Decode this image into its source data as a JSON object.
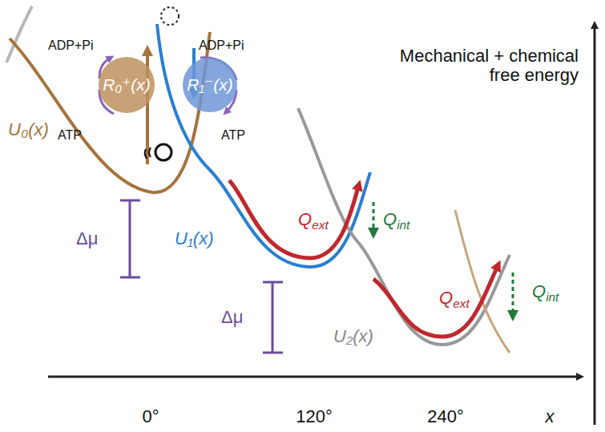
{
  "diagram": {
    "nodes": [
      {
        "text": [
          "R₀⁺(x)"
        ]
      },
      {
        "text": [
          "R₁⁻(x)"
        ]
      }
    ],
    "labels": [
      "ADP+Pi",
      "ADP+Pi",
      "ATP",
      "ATP",
      "U₀(x)",
      "U₁(x)",
      "U₂(x)",
      "Mechanical + chemical free energy",
      "Δμ",
      "Δμ",
      "Qext",
      "Qext",
      "Qint",
      "Qint",
      "0°",
      "120°",
      "240°",
      "x"
    ]
  }
}
